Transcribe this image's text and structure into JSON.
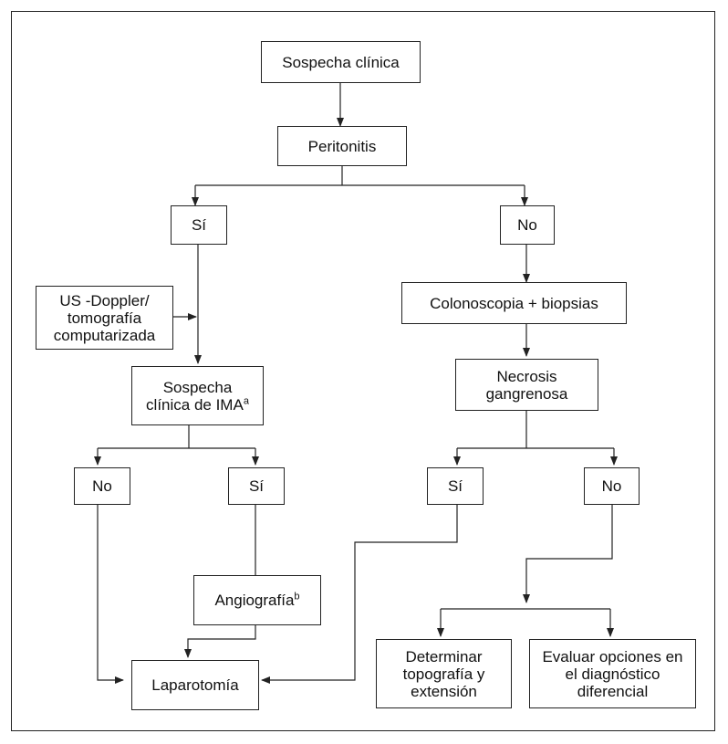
{
  "nodes": {
    "sospecha_clinica": "Sospecha clínica",
    "peritonitis": "Peritonitis",
    "si_left": "Sí",
    "no_right": "No",
    "us_doppler": "US -Doppler/ tomografía computarizada",
    "colonoscopia": "Colonoscopia + biopsias",
    "sospecha_ima": {
      "text": "Sospecha clínica de IMA",
      "note": "a"
    },
    "necrosis": "Necrosis gangrenosa",
    "no_ima": "No",
    "si_ima": "Sí",
    "si_necrosis": "Sí",
    "no_necrosis": "No",
    "angiografia": {
      "text": "Angiografía",
      "note": "b"
    },
    "laparotomia": "Laparotomía",
    "determinar": "Determinar topografía y extensión",
    "evaluar": "Evaluar opciones en el diagnóstico diferencial"
  },
  "colors": {
    "line": "#222222",
    "box_border": "#222222",
    "background": "#ffffff"
  }
}
